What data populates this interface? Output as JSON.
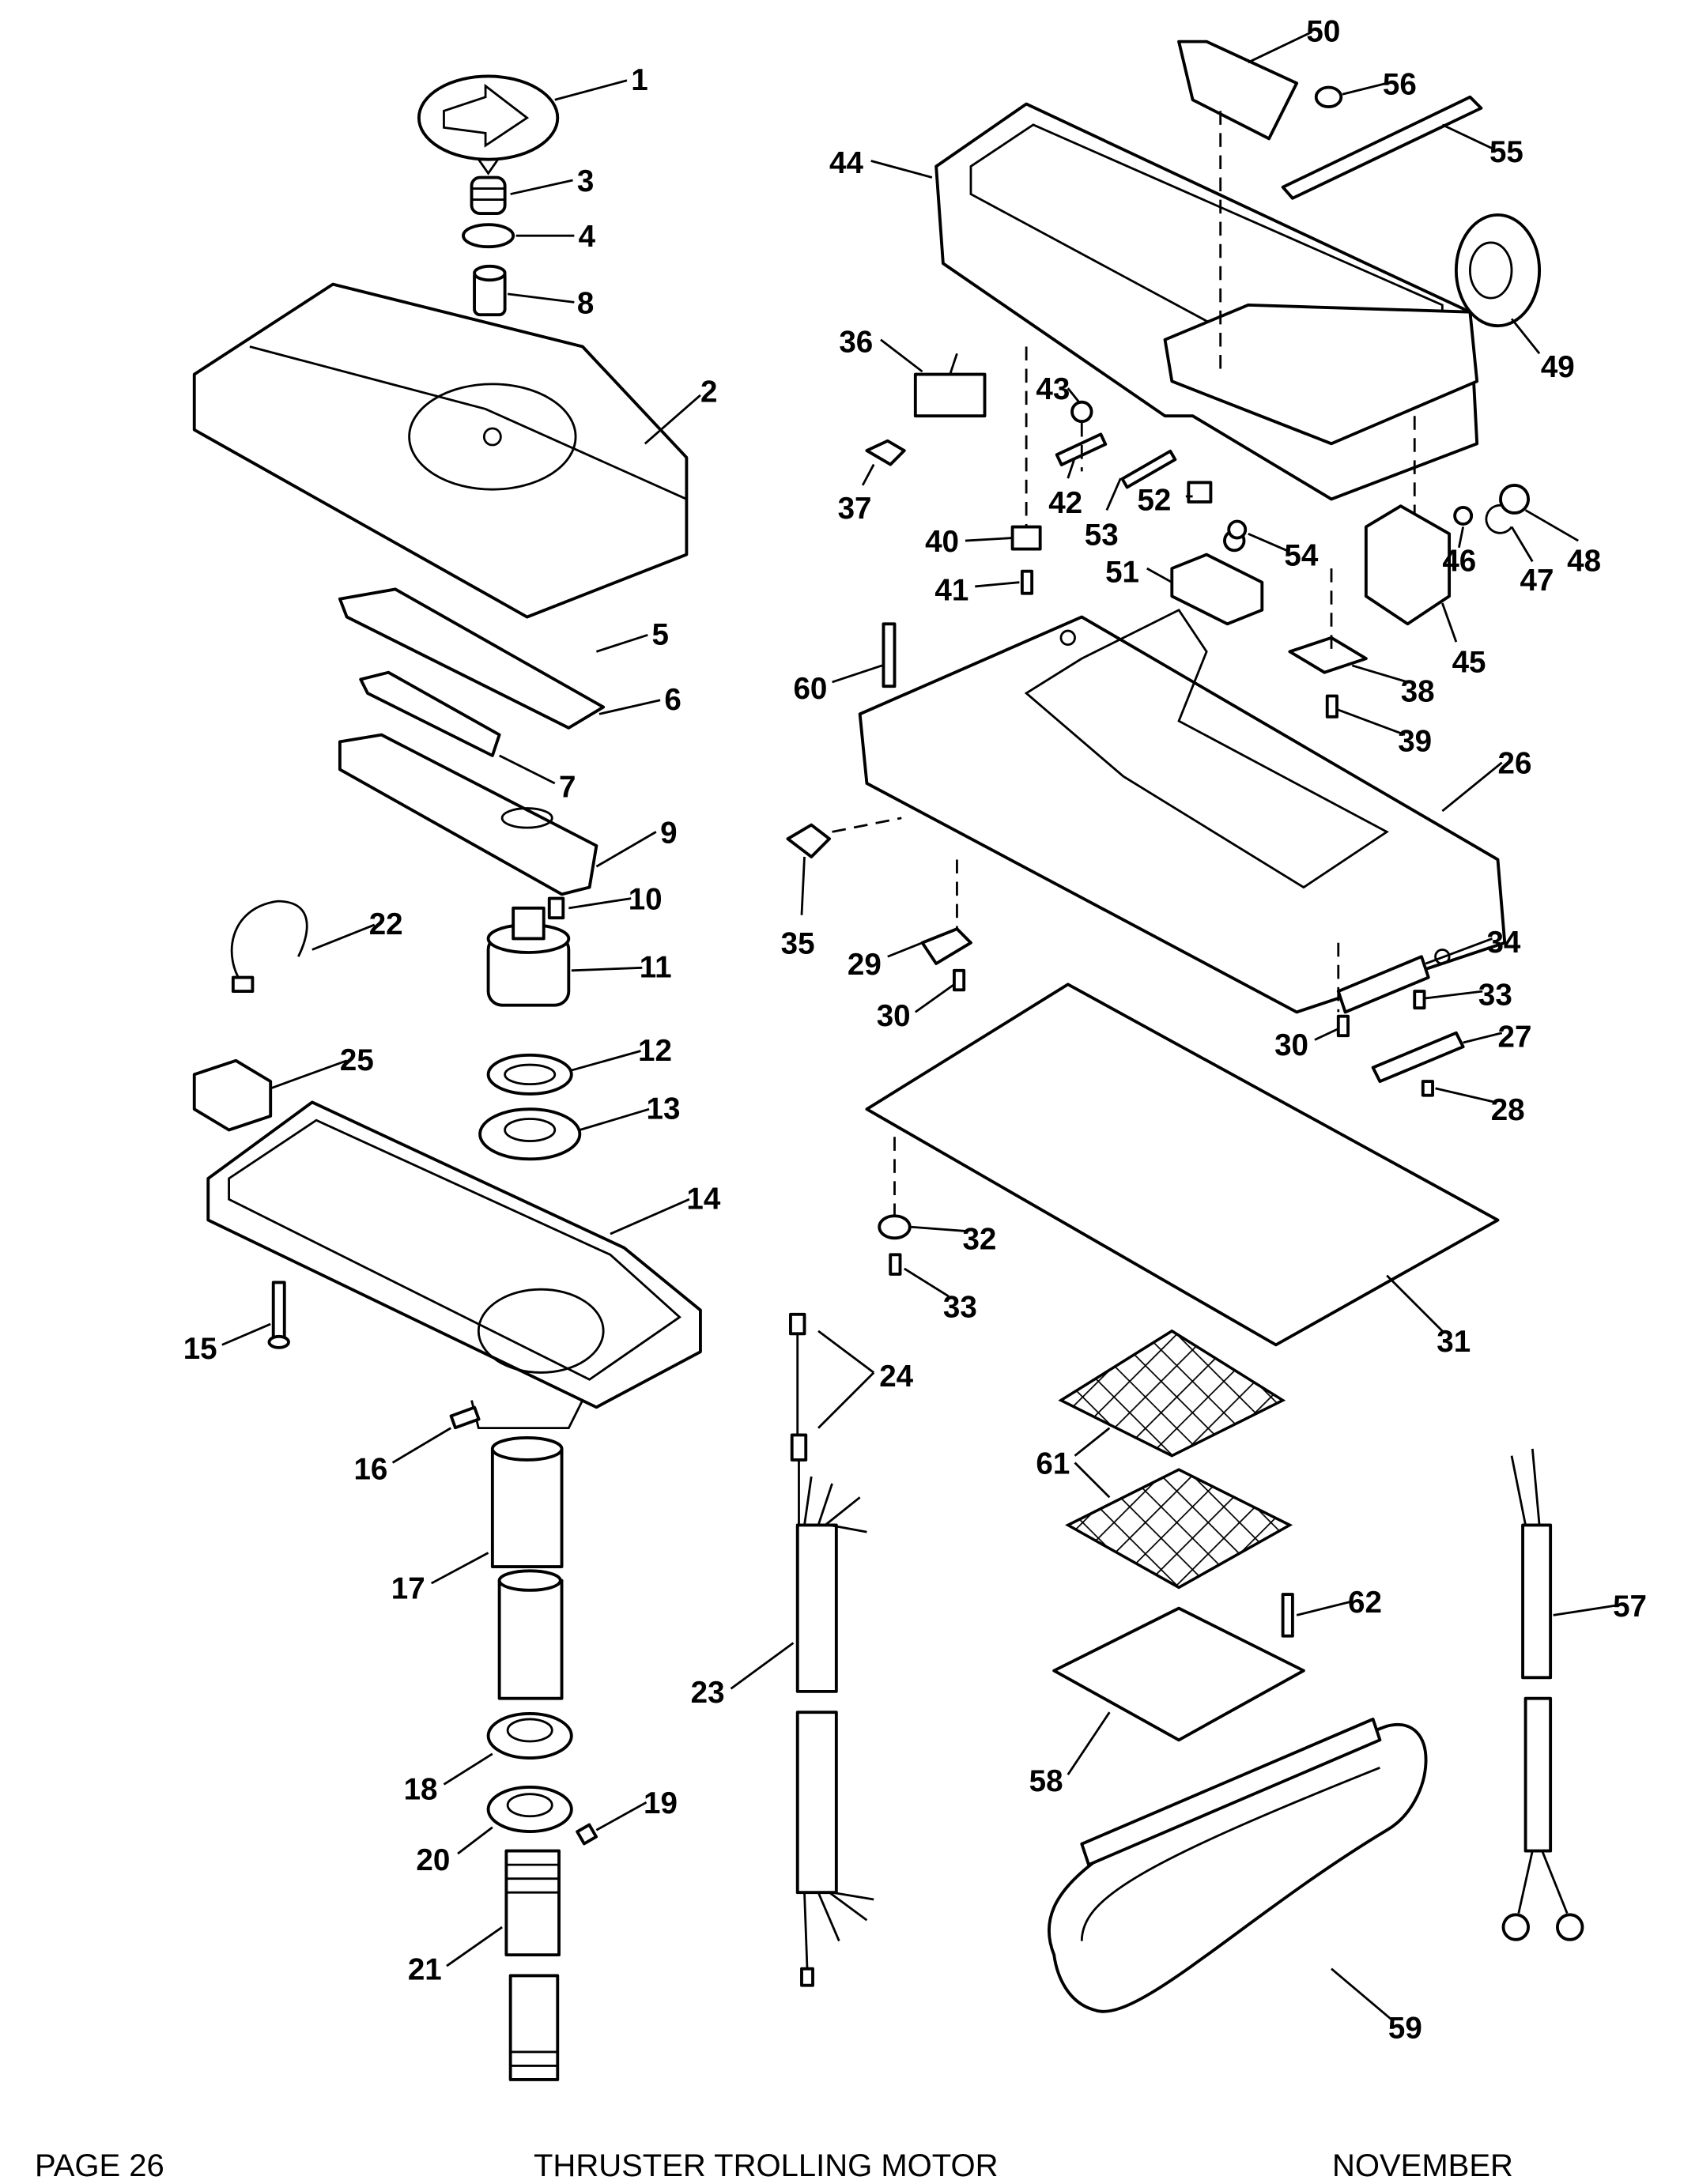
{
  "footer": {
    "page": "PAGE 26",
    "title": "THRUSTER TROLLING MOTOR",
    "date": "NOVEMBER"
  },
  "callouts": {
    "c1": "1",
    "c2": "2",
    "c3": "3",
    "c4": "4",
    "c5": "5",
    "c6": "6",
    "c7": "7",
    "c8": "8",
    "c9": "9",
    "c10": "10",
    "c11": "11",
    "c12": "12",
    "c13": "13",
    "c14": "14",
    "c15": "15",
    "c16": "16",
    "c17": "17",
    "c18": "18",
    "c19": "19",
    "c20": "20",
    "c21": "21",
    "c22": "22",
    "c23": "23",
    "c24": "24",
    "c25": "25",
    "c26": "26",
    "c27": "27",
    "c28": "28",
    "c29": "29",
    "c30": "30",
    "c31": "31",
    "c32": "32",
    "c33": "33",
    "c34": "34",
    "c35": "35",
    "c36": "36",
    "c37": "37",
    "c38": "38",
    "c39": "39",
    "c40": "40",
    "c41": "41",
    "c42": "42",
    "c43": "43",
    "c44": "44",
    "c45": "45",
    "c46": "46",
    "c47": "47",
    "c48": "48",
    "c49": "49",
    "c50": "50",
    "c51": "51",
    "c52": "52",
    "c53": "53",
    "c54": "54",
    "c55": "55",
    "c56": "56",
    "c57": "57",
    "c58": "58",
    "c59": "59",
    "c60": "60",
    "c61": "61",
    "c62": "62"
  }
}
